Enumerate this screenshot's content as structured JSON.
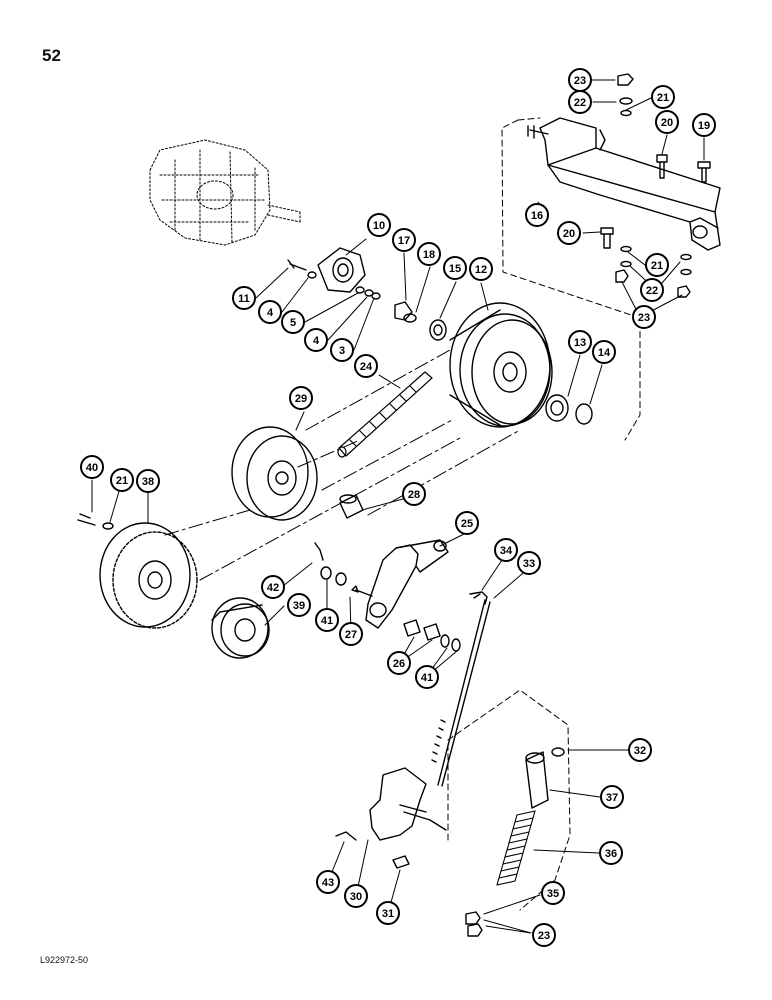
{
  "page": {
    "number": "52",
    "figure_code": "L922972-50"
  },
  "callouts": [
    {
      "id": "c23a",
      "label": "23"
    },
    {
      "id": "c22a",
      "label": "22"
    },
    {
      "id": "c21a",
      "label": "21"
    },
    {
      "id": "c20a",
      "label": "20"
    },
    {
      "id": "c19",
      "label": "19"
    },
    {
      "id": "c16",
      "label": "16"
    },
    {
      "id": "c20b",
      "label": "20"
    },
    {
      "id": "c21b",
      "label": "21"
    },
    {
      "id": "c22b",
      "label": "22"
    },
    {
      "id": "c23b",
      "label": "23"
    },
    {
      "id": "c10",
      "label": "10"
    },
    {
      "id": "c17",
      "label": "17"
    },
    {
      "id": "c18",
      "label": "18"
    },
    {
      "id": "c15",
      "label": "15"
    },
    {
      "id": "c12",
      "label": "12"
    },
    {
      "id": "c11",
      "label": "11"
    },
    {
      "id": "c4a",
      "label": "4"
    },
    {
      "id": "c5",
      "label": "5"
    },
    {
      "id": "c4b",
      "label": "4"
    },
    {
      "id": "c3",
      "label": "3"
    },
    {
      "id": "c13",
      "label": "13"
    },
    {
      "id": "c14",
      "label": "14"
    },
    {
      "id": "c24",
      "label": "24"
    },
    {
      "id": "c29",
      "label": "29"
    },
    {
      "id": "c40",
      "label": "40"
    },
    {
      "id": "c21c",
      "label": "21"
    },
    {
      "id": "c38",
      "label": "38"
    },
    {
      "id": "c28",
      "label": "28"
    },
    {
      "id": "c25",
      "label": "25"
    },
    {
      "id": "c34",
      "label": "34"
    },
    {
      "id": "c33",
      "label": "33"
    },
    {
      "id": "c42",
      "label": "42"
    },
    {
      "id": "c41a",
      "label": "41"
    },
    {
      "id": "c27",
      "label": "27"
    },
    {
      "id": "c39",
      "label": "39"
    },
    {
      "id": "c26",
      "label": "26"
    },
    {
      "id": "c41b",
      "label": "41"
    },
    {
      "id": "c32",
      "label": "32"
    },
    {
      "id": "c37",
      "label": "37"
    },
    {
      "id": "c36",
      "label": "36"
    },
    {
      "id": "c43",
      "label": "43"
    },
    {
      "id": "c30",
      "label": "30"
    },
    {
      "id": "c31",
      "label": "31"
    },
    {
      "id": "c35",
      "label": "35"
    },
    {
      "id": "c23c",
      "label": "23"
    }
  ]
}
